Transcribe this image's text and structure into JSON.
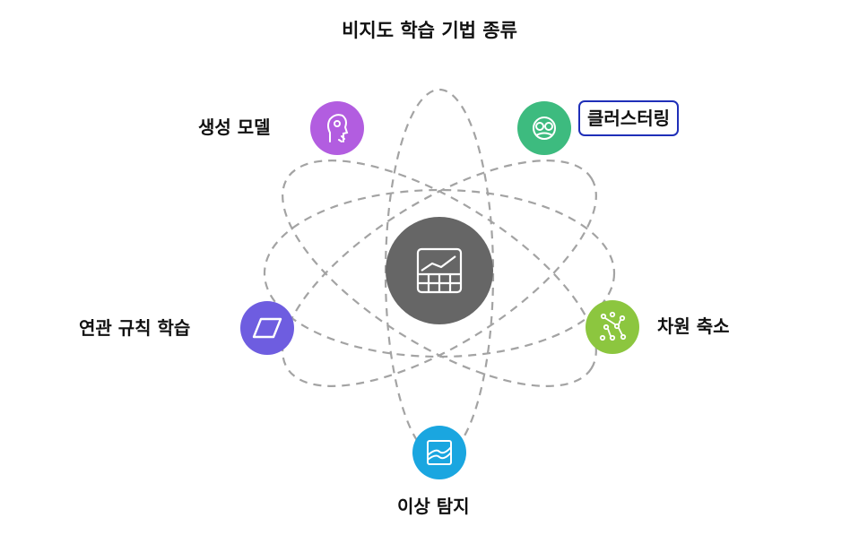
{
  "title": "비지도 학습 기법 종류",
  "center": {
    "icon": "table-chart-icon",
    "color": "#666666"
  },
  "nodes": [
    {
      "id": "generative",
      "label": "생성 모델",
      "icon": "brain-person-icon",
      "color": "#b25de0"
    },
    {
      "id": "clustering",
      "label": "클러스터링",
      "icon": "cluster-circles-icon",
      "color": "#3dbb7f",
      "highlighted": true
    },
    {
      "id": "association",
      "label": "연관 규칙 학습",
      "icon": "parallelogram-icon",
      "color": "#6e5de0"
    },
    {
      "id": "dimreduction",
      "label": "차원 축소",
      "icon": "scatter-network-icon",
      "color": "#8cc63f"
    },
    {
      "id": "anomaly",
      "label": "이상 탐지",
      "icon": "area-chart-icon",
      "color": "#1aa6e0"
    }
  ],
  "highlight_color": "#1f2fb8",
  "orbit_color": "#a0a0a0"
}
